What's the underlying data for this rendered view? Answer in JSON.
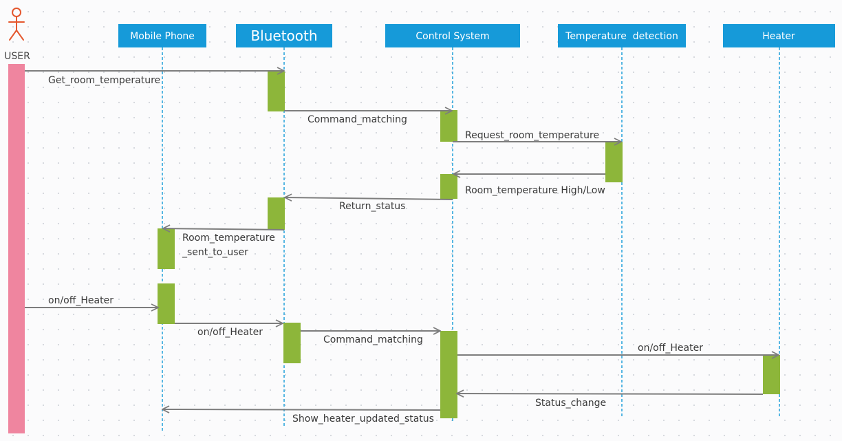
{
  "actor": {
    "label": "USER"
  },
  "participants": [
    {
      "id": "mobile",
      "label": "Mobile Phone"
    },
    {
      "id": "bluetooth",
      "label": "Bluetooth"
    },
    {
      "id": "control",
      "label": "Control System"
    },
    {
      "id": "tempdet",
      "label": "Temperature  detection"
    },
    {
      "id": "heater",
      "label": "Heater"
    }
  ],
  "messages": [
    {
      "from": "user",
      "to": "bluetooth",
      "label": "Get_room_temperature"
    },
    {
      "from": "bluetooth",
      "to": "control",
      "label": "Command_matching"
    },
    {
      "from": "control",
      "to": "tempdet",
      "label": "Request_room_temperature"
    },
    {
      "from": "tempdet",
      "to": "control",
      "label": "Room_temperature High/Low"
    },
    {
      "from": "control",
      "to": "bluetooth",
      "label": "Return_status"
    },
    {
      "from": "bluetooth",
      "to": "mobile",
      "label": [
        "Room_temperature",
        "_sent_to_user"
      ]
    },
    {
      "from": "user",
      "to": "mobile",
      "label": "on/off_Heater"
    },
    {
      "from": "mobile",
      "to": "bluetooth",
      "label": "on/off_Heater"
    },
    {
      "from": "bluetooth",
      "to": "control",
      "label": "Command_matching"
    },
    {
      "from": "control",
      "to": "heater",
      "label": "on/off_Heater"
    },
    {
      "from": "heater",
      "to": "control",
      "label": "Status_change"
    },
    {
      "from": "control",
      "to": "mobile",
      "label": "Show_heater_updated_status"
    }
  ],
  "colors": {
    "participant": "#169ad9",
    "lifeline": "#1f9fd9",
    "activation": "#8db63a",
    "user_bar": "#ef859f",
    "actor": "#e4572e",
    "arrow": "#7d7d7d"
  }
}
